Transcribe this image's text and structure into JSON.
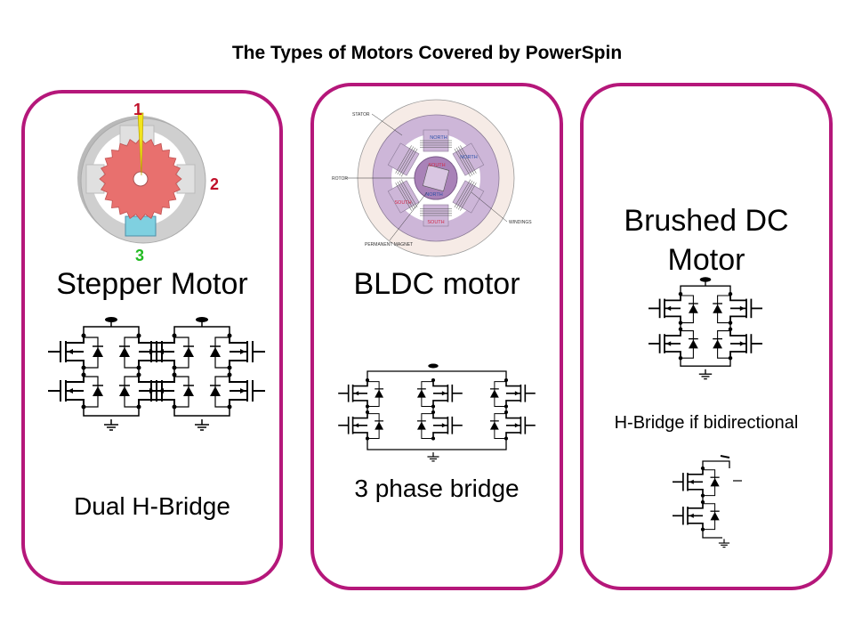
{
  "title": "The Types of Motors Covered by PowerSpin",
  "accent_color": "#b5177a",
  "panels": [
    {
      "name": "Stepper Motor",
      "image": {
        "icon": "stepper-motor-illustration",
        "labels": [
          "1",
          "2",
          "3"
        ],
        "colors": {
          "rotor": "#e8706e",
          "label_1_2": "#c0102a",
          "label_3": "#22bb22",
          "pointer": "#f2e41c"
        }
      },
      "circuit": "dual-h-bridge-schematic",
      "caption": "Dual H-Bridge"
    },
    {
      "name": "BLDC motor",
      "image": {
        "icon": "bldc-motor-diagram",
        "labels": {
          "stator": "STATOR",
          "rotor": "ROTOR",
          "permanent_magnet": "PERMANENT MAGNET",
          "windings": "WINDINGS",
          "north": "NORTH",
          "south": "SOUTH"
        }
      },
      "circuit": "three-phase-bridge-schematic",
      "caption": "3 phase bridge"
    },
    {
      "name": "Brushed DC Motor",
      "name_lines": [
        "Brushed DC",
        "Motor"
      ],
      "circuit": "h-bridge-schematic",
      "caption": "H-Bridge if bidirectional",
      "circuit2": "half-bridge-schematic"
    }
  ]
}
